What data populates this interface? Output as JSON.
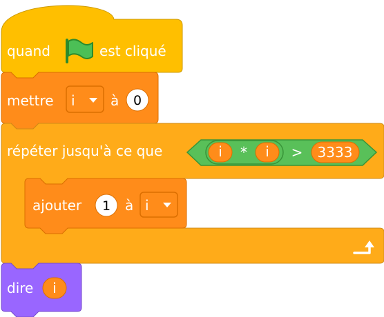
{
  "script": {
    "hat": {
      "text_before": "quand",
      "text_after": "est cliqué",
      "icon": "green-flag-icon"
    },
    "set": {
      "label": "mettre",
      "variable": "i",
      "to_label": "à",
      "value": "0"
    },
    "repeat_until": {
      "label": "répéter jusqu'à ce que",
      "condition": {
        "left": {
          "left": "i",
          "operator": "*",
          "right": "i"
        },
        "operator": ">",
        "right": "3333"
      },
      "loop_icon": "loop-arrow-icon"
    },
    "change": {
      "label": "ajouter",
      "value": "1",
      "to_label": "à",
      "variable": "i"
    },
    "say": {
      "label": "dire",
      "variable": "i"
    }
  },
  "colors": {
    "events": "#FFBF00",
    "events_dark": "#CC9900",
    "variables": "#FF8C1A",
    "variables_dark": "#DB6E00",
    "control": "#FFAB19",
    "control_dark": "#CF8B17",
    "operators": "#59C059",
    "operators_dark": "#389438",
    "looks": "#9966FF",
    "looks_dark": "#774DCB"
  }
}
